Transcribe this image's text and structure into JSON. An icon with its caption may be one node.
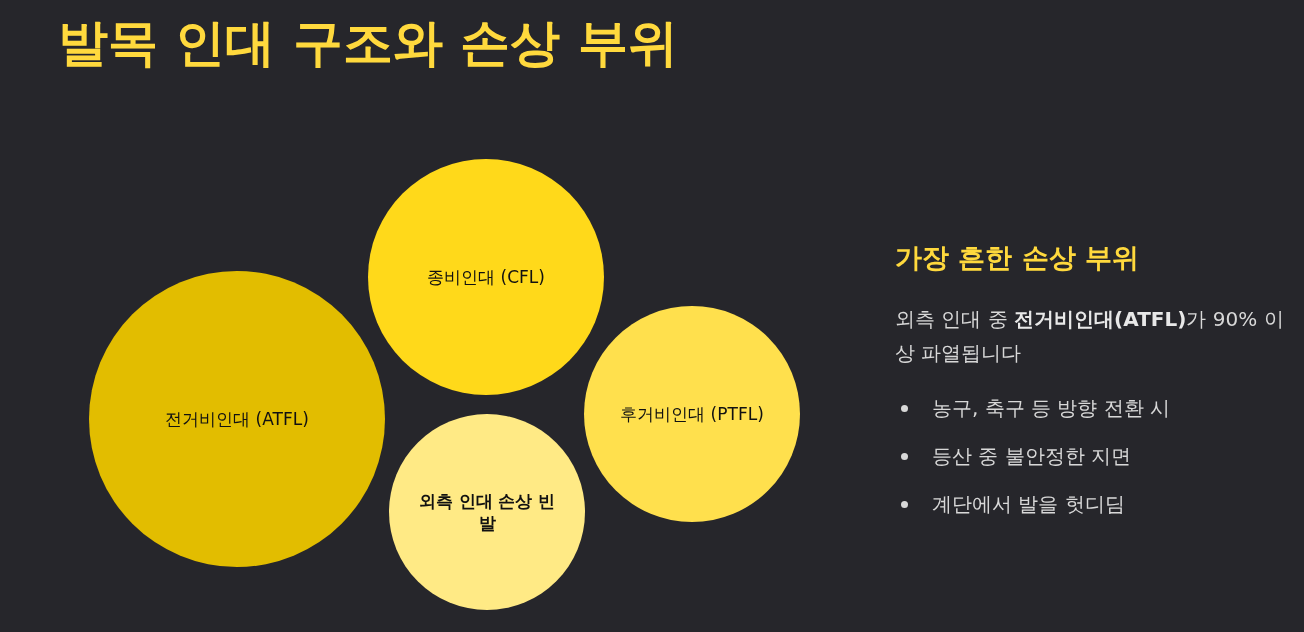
{
  "diagram": {
    "title": "발목 인대 구조와 손상 부위",
    "nodes": [
      {
        "text": [
          "종비인대 (CFL)"
        ]
      },
      {
        "text": [
          "전거비인대 (ATFL)"
        ]
      },
      {
        "text": [
          "후거비인대 (PTFL)"
        ]
      },
      {
        "text": [
          "외측 인대 손상 빈발"
        ]
      }
    ],
    "labels": [
      "가장 흔한 손상 부위",
      "외측 인대 중 **전거비인대(ATFL)**가 90% 이상 파열됩니다",
      "농구, 축구 등 방향 전환 시",
      "등산 중 불안정한 지면",
      "계단에서 발을 헛디딤"
    ]
  }
}
